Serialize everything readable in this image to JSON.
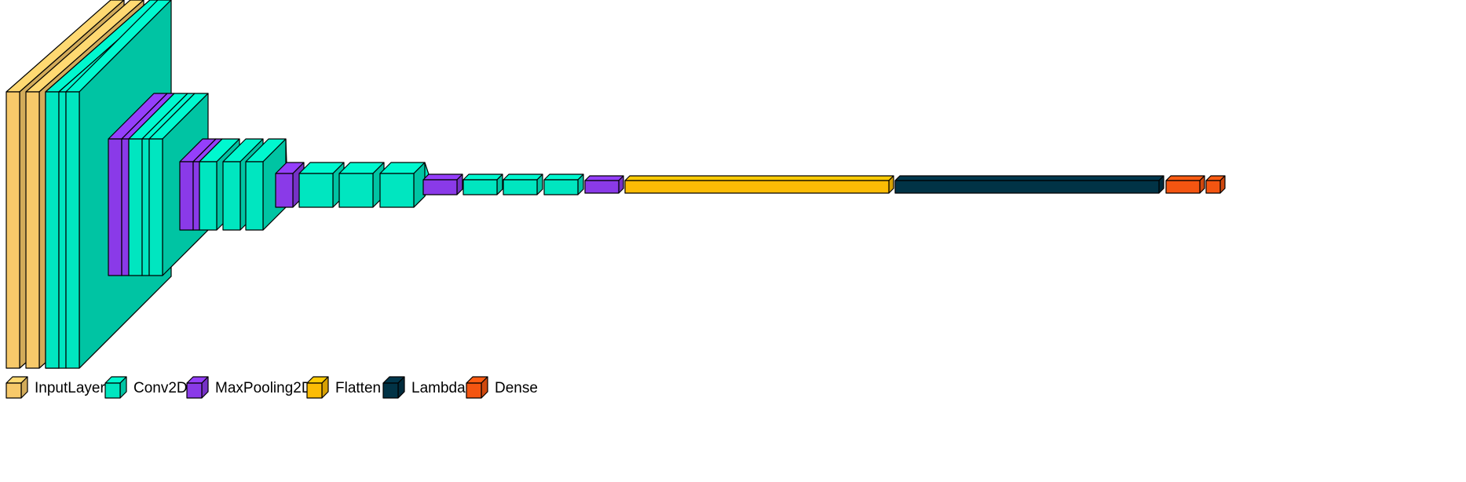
{
  "colors": {
    "InputLayer": "#f7c96a",
    "Conv2D": "#00e6c0",
    "MaxPooling2D": "#8a3ae8",
    "Flatten": "#fcbc05",
    "Lambda": "#013346",
    "Dense": "#f45511",
    "outline": "#000000"
  },
  "legend": [
    {
      "type": "InputLayer",
      "label": "InputLayer",
      "icon": "cube-icon"
    },
    {
      "type": "Conv2D",
      "label": "Conv2D",
      "icon": "cube-icon"
    },
    {
      "type": "MaxPooling2D",
      "label": "MaxPooling2D",
      "icon": "cube-icon"
    },
    {
      "type": "Flatten",
      "label": "Flatten",
      "icon": "cube-icon"
    },
    {
      "type": "Lambda",
      "label": "Lambda",
      "icon": "cube-icon"
    },
    {
      "type": "Dense",
      "label": "Dense",
      "icon": "cube-icon"
    }
  ],
  "layers": [
    {
      "type": "InputLayer"
    },
    {
      "type": "InputLayer"
    },
    {
      "type": "InputLayer"
    },
    {
      "type": "Conv2D"
    },
    {
      "type": "Conv2D"
    },
    {
      "type": "Conv2D"
    },
    {
      "type": "MaxPooling2D"
    },
    {
      "type": "MaxPooling2D"
    },
    {
      "type": "Conv2D"
    },
    {
      "type": "Conv2D"
    },
    {
      "type": "Conv2D"
    },
    {
      "type": "MaxPooling2D"
    },
    {
      "type": "MaxPooling2D"
    },
    {
      "type": "Conv2D"
    },
    {
      "type": "Conv2D"
    },
    {
      "type": "Conv2D"
    },
    {
      "type": "MaxPooling2D"
    },
    {
      "type": "Conv2D"
    },
    {
      "type": "Conv2D"
    },
    {
      "type": "Conv2D"
    },
    {
      "type": "MaxPooling2D"
    },
    {
      "type": "Conv2D"
    },
    {
      "type": "Conv2D"
    },
    {
      "type": "Conv2D"
    },
    {
      "type": "MaxPooling2D"
    },
    {
      "type": "Flatten"
    },
    {
      "type": "Lambda"
    },
    {
      "type": "Dense"
    },
    {
      "type": "Dense"
    }
  ]
}
